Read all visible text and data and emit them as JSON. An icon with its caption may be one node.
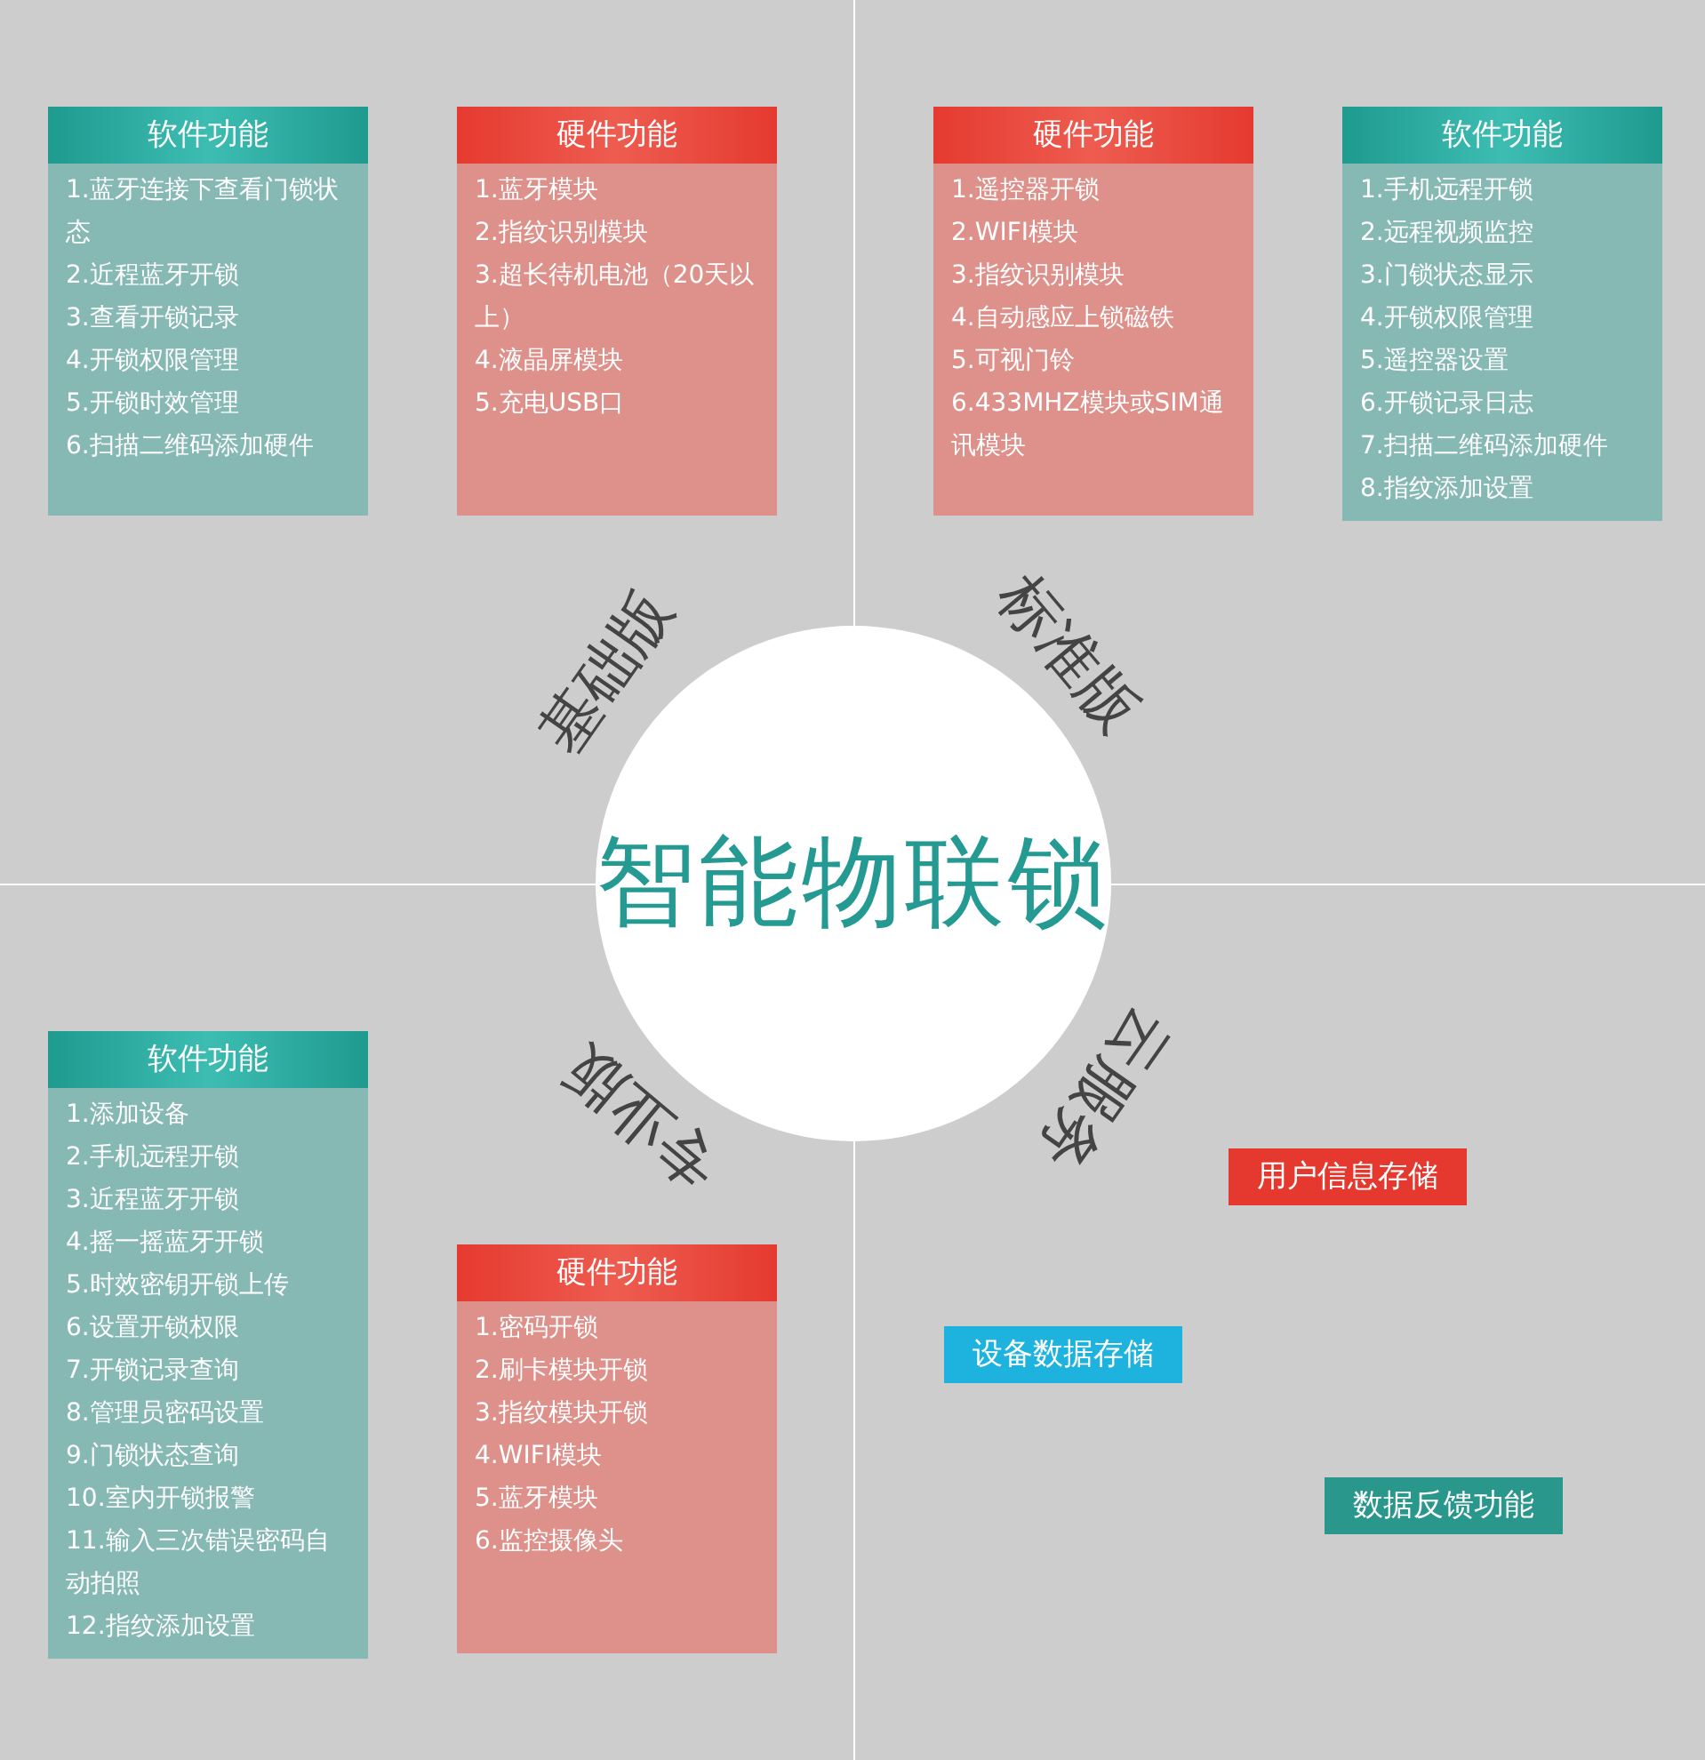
{
  "diagram": {
    "nodes": [
      {
        "text": [
          "软件功能",
          "1.蓝牙连接下查看门锁状态",
          "2.近程蓝牙开锁",
          "3.查看开锁记录",
          "4.开锁权限管理",
          "5.开锁时效管理",
          "6.扫描二维码添加硬件"
        ]
      },
      {
        "text": [
          "硬件功能",
          "1.蓝牙模块",
          "2.指纹识别模块",
          "3.超长待机电池（20天以上）",
          "4.液晶屏模块",
          "5.充电USB口"
        ]
      },
      {
        "text": [
          "硬件功能",
          "1.遥控器开锁",
          "2.WIFI模块",
          "3.指纹识别模块",
          "4.自动感应上锁磁铁",
          "5.可视门铃",
          "6.433MHZ模块或SIM通讯模块"
        ]
      },
      {
        "text": [
          "软件功能",
          "1.手机远程开锁",
          "2.远程视频监控",
          "3.门锁状态显示",
          "4.开锁权限管理",
          "5.遥控器设置",
          "6.开锁记录日志",
          "7.扫描二维码添加硬件",
          "8.指纹添加设置"
        ]
      },
      {
        "text": [
          "智能物联锁"
        ]
      },
      {
        "text": [
          "软件功能",
          "1.添加设备",
          "2.手机远程开锁",
          "3.近程蓝牙开锁",
          "4.摇一摇蓝牙开锁",
          "5.时效密钥开锁上传",
          "6.设置开锁权限",
          "7.开锁记录查询",
          "8.管理员密码设置",
          "9.门锁状态查询",
          "10.室内开锁报警",
          "11.输入三次错误密码自动拍照",
          "12.指纹添加设置"
        ]
      },
      {
        "text": [
          "硬件功能",
          "1.密码开锁",
          "2.刷卡模块开锁",
          "3.指纹模块开锁",
          "4.WIFI模块",
          "5.蓝牙模块",
          "6.监控摄像头"
        ]
      },
      {
        "text": [
          "用户信息存储"
        ]
      },
      {
        "text": [
          "设备数据存储"
        ]
      },
      {
        "text": [
          "数据反馈功能"
        ]
      }
    ],
    "edges": [],
    "labels": [
      "基础版",
      "标准版",
      "云服务",
      "专业版"
    ]
  }
}
